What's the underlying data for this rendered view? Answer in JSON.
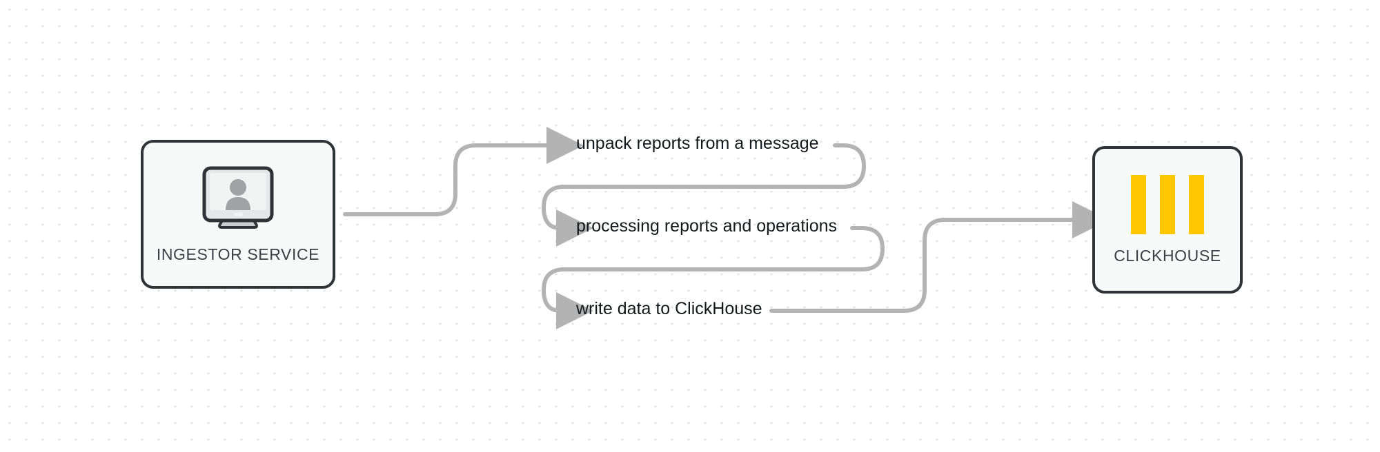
{
  "diagram": {
    "type": "flow-diagram",
    "background": "#ffffff",
    "dot_grid_color": "#e3e3e5",
    "edge_color": "#b3b3b3",
    "node_border_color": "#2f3237",
    "node_fill_color": "#f8f9f9",
    "accent_color": "#ffc700",
    "nodes": [
      {
        "id": "ingestor",
        "label": "INGESTOR SERVICE",
        "icon": "monitor-user-icon"
      },
      {
        "id": "clickhouse",
        "label": "CLICKHOUSE",
        "icon": "clickhouse-logo-icon"
      }
    ],
    "steps": [
      {
        "id": "step-1",
        "label": "unpack reports from a message"
      },
      {
        "id": "step-2",
        "label": "processing reports and operations"
      },
      {
        "id": "step-3",
        "label": "write data to ClickHouse"
      }
    ]
  }
}
